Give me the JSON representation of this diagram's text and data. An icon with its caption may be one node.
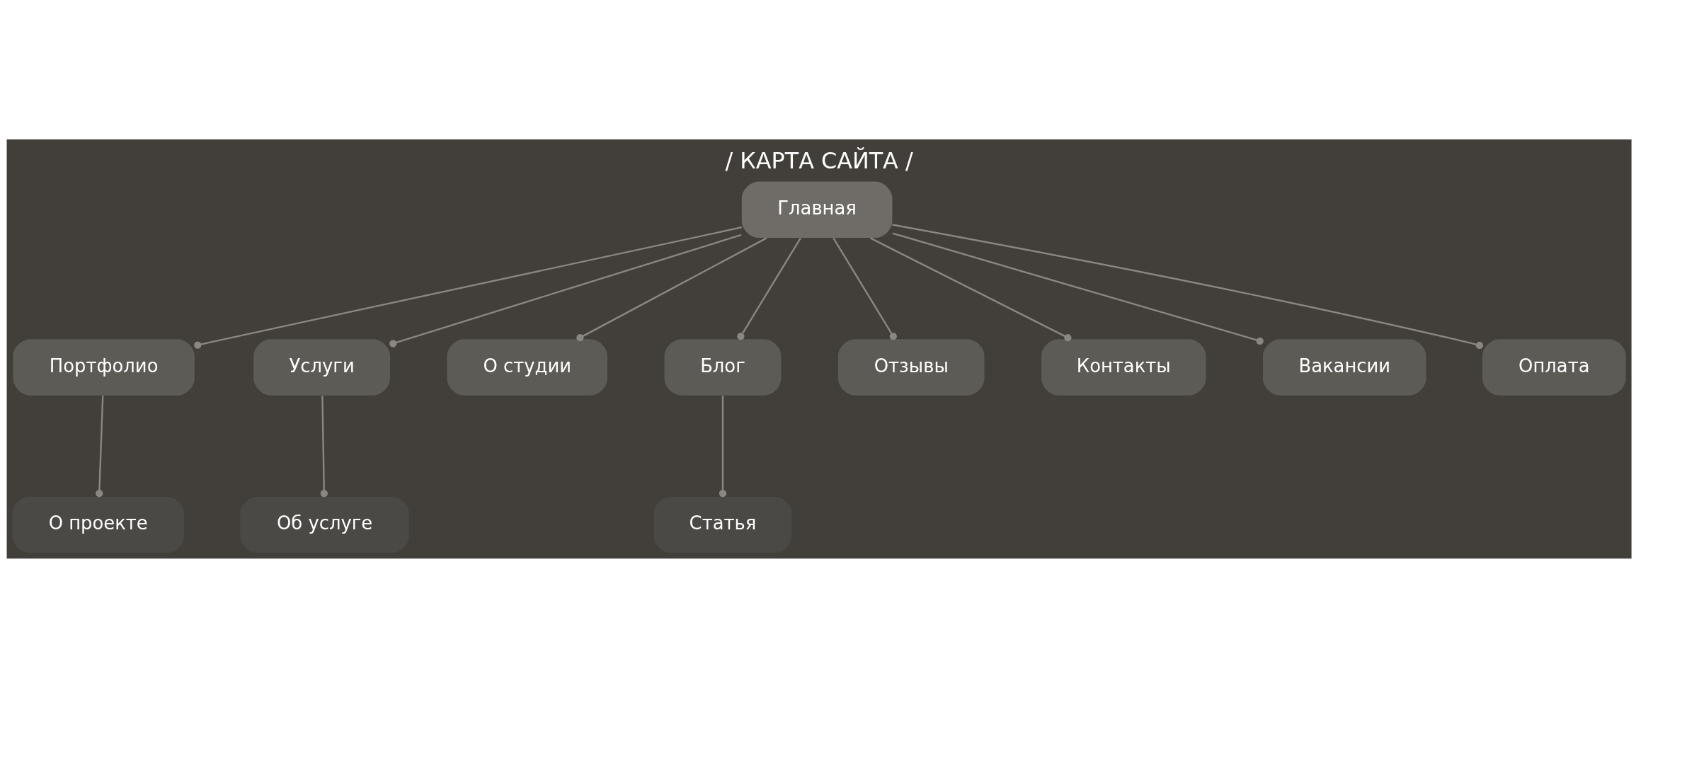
{
  "diagram": {
    "title": "/ КАРТА САЙТА /",
    "nodes": [
      {
        "text": [
          "Главная"
        ]
      },
      {
        "text": [
          "Портфолио"
        ]
      },
      {
        "text": [
          "Услуги"
        ]
      },
      {
        "text": [
          "О студии"
        ]
      },
      {
        "text": [
          "Блог"
        ]
      },
      {
        "text": [
          "Отзывы"
        ]
      },
      {
        "text": [
          "Контакты"
        ]
      },
      {
        "text": [
          "Вакансии"
        ]
      },
      {
        "text": [
          "Оплата"
        ]
      },
      {
        "text": [
          "О проекте"
        ]
      },
      {
        "text": [
          "Об услуге"
        ]
      },
      {
        "text": [
          "Статья"
        ]
      }
    ],
    "edges": [
      {
        "from": 0,
        "to": 1,
        "arrow": "other"
      },
      {
        "from": 0,
        "to": 2,
        "arrow": "other"
      },
      {
        "from": 0,
        "to": 3,
        "arrow": "other"
      },
      {
        "from": 0,
        "to": 4,
        "arrow": "other"
      },
      {
        "from": 0,
        "to": 5,
        "arrow": "other"
      },
      {
        "from": 0,
        "to": 6,
        "arrow": "other"
      },
      {
        "from": 0,
        "to": 7,
        "arrow": "other"
      },
      {
        "from": 0,
        "to": 8,
        "arrow": "other"
      },
      {
        "from": 1,
        "to": 9,
        "arrow": "other"
      },
      {
        "from": 2,
        "to": 10,
        "arrow": "other"
      },
      {
        "from": 4,
        "to": 11,
        "arrow": "other"
      }
    ]
  }
}
